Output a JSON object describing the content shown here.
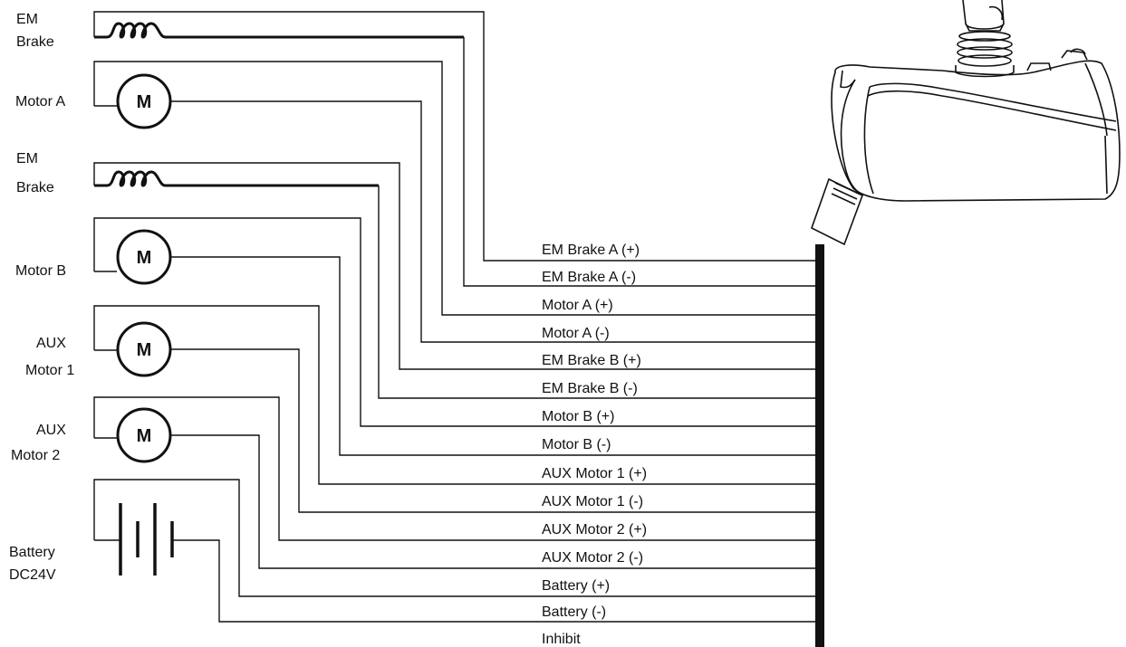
{
  "components": {
    "brake1": {
      "label_line1": "EM",
      "label_line2": "Brake"
    },
    "motorA": {
      "label": "Motor A",
      "symbol": "M"
    },
    "brake2": {
      "label_line1": "EM",
      "label_line2": "Brake"
    },
    "motorB": {
      "label": "Motor B",
      "symbol": "M"
    },
    "aux1": {
      "label_line1": "AUX",
      "label_line2": "Motor 1",
      "symbol": "M"
    },
    "aux2": {
      "label_line1": "AUX",
      "label_line2": "Motor 2",
      "symbol": "M"
    },
    "battery": {
      "label_line1": "Battery",
      "label_line2": "DC24V"
    }
  },
  "terminals": [
    "EM Brake A (+)",
    "EM Brake A (-)",
    "Motor A (+)",
    "Motor A (-)",
    "EM Brake B (+)",
    "EM Brake B (-)",
    "Motor B (+)",
    "Motor B (-)",
    "AUX Motor 1  (+)",
    "AUX Motor 1  (-)",
    "AUX Motor 2  (+)",
    "AUX Motor 2  (-)",
    "Battery (+)",
    "Battery (-)",
    "Inhibit"
  ],
  "colors": {
    "line": "#111111",
    "background": "#ffffff"
  }
}
